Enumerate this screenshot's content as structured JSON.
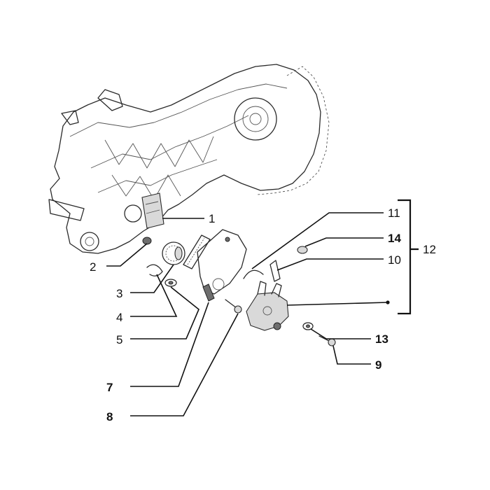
{
  "callouts": {
    "c1": "1",
    "c2": "2",
    "c3": "3",
    "c4": "4",
    "c5": "5",
    "c7": "7",
    "c8": "8",
    "c9": "9",
    "c10": "10",
    "c11": "11",
    "c12": "12",
    "c13": "13",
    "c14": "14"
  },
  "colors": {
    "line": "#2a2a2a",
    "background": "#ffffff"
  }
}
